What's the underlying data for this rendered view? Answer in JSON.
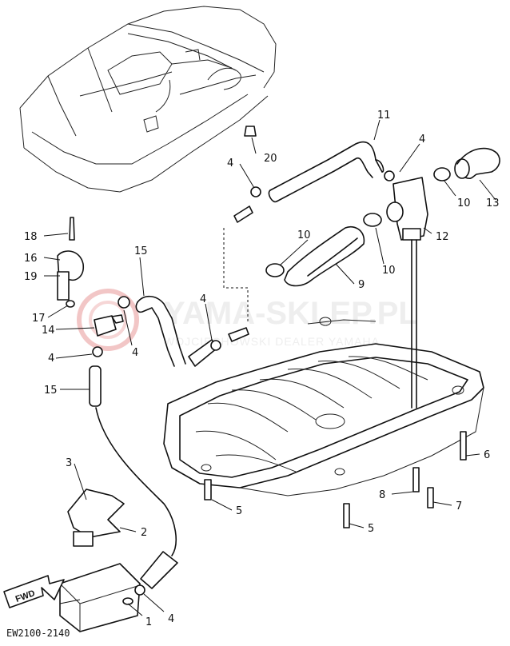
{
  "diagram": {
    "code": "EW2100-2140",
    "fwd_label": "FWD",
    "watermark": {
      "title": "YAMA-SKLEP.PL",
      "subtitle": "WOJCIECHOWSKI DEALER YAMAHA",
      "accent_color": "#e06060"
    },
    "callouts": {
      "c1": "1",
      "c2": "2",
      "c3": "3",
      "c4a": "4",
      "c4b": "4",
      "c4c": "4",
      "c4d": "4",
      "c4e": "4",
      "c4f": "4",
      "c5a": "5",
      "c5b": "5",
      "c6": "6",
      "c7": "7",
      "c8": "8",
      "c9": "9",
      "c10a": "10",
      "c10b": "10",
      "c10c": "10",
      "c11": "11",
      "c12": "12",
      "c13": "13",
      "c14": "14",
      "c15a": "15",
      "c15b": "15",
      "c16": "16",
      "c17": "17",
      "c18": "18",
      "c19": "19",
      "c20": "20"
    }
  }
}
